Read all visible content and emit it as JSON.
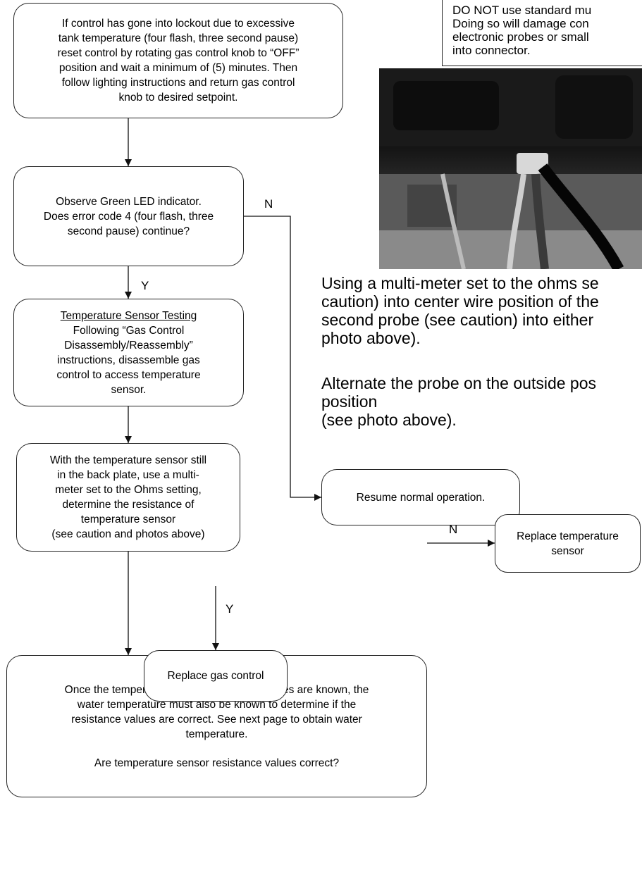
{
  "caution_box": {
    "lines": [
      "DO NOT use standard mu",
      "Doing so will damage con",
      "electronic probes or small",
      "into connector."
    ]
  },
  "photo": {
    "description_icon": "connector-probe-photo"
  },
  "instructions": {
    "paragraph1": [
      "Using a multi-meter set to the ohms se",
      "caution) into center wire position of the",
      "second probe (see caution) into either",
      "photo above)."
    ],
    "paragraph2": [
      "Alternate the probe on the outside pos",
      "position",
      "(see photo above)."
    ]
  },
  "nodes": {
    "lockout": {
      "lines": [
        "If control has gone into lockout due to excessive",
        "tank temperature (four flash, three second pause)",
        "reset control by rotating gas control knob to “OFF”",
        "position and wait a minimum of (5) minutes. Then",
        "follow lighting instructions and return gas control",
        "knob to desired setpoint."
      ]
    },
    "observe_led": {
      "lines": [
        "Observe Green LED indicator.",
        "Does error code 4 (four flash, three",
        "second pause) continue?"
      ]
    },
    "sensor_testing": {
      "title": "Temperature Sensor Testing",
      "lines": [
        "Following “Gas Control",
        "Disassembly/Reassembly”",
        "instructions, disassemble gas",
        "control to access temperature",
        "sensor."
      ]
    },
    "measure_resistance": {
      "lines": [
        "With the temperature sensor still",
        "in the back plate, use a multi-",
        "meter set to the Ohms setting,",
        "determine the resistance of",
        "temperature sensor",
        "(see caution and photos above)"
      ]
    },
    "resume": {
      "label": "Resume normal operation."
    },
    "resistance_check": {
      "lines": [
        "Once the temperature sensor resistance values are known, the",
        "water temperature must also be known to determine if the",
        "resistance values are correct. See next page to obtain water",
        "temperature."
      ],
      "question": "Are temperature sensor resistance values correct?"
    },
    "replace_sensor": {
      "lines": [
        "Replace temperature",
        "sensor"
      ]
    },
    "replace_gas_control": {
      "label": "Replace gas control"
    }
  },
  "edge_labels": {
    "led_no": "N",
    "led_yes": "Y",
    "resistance_no": "N",
    "resistance_yes": "Y"
  }
}
